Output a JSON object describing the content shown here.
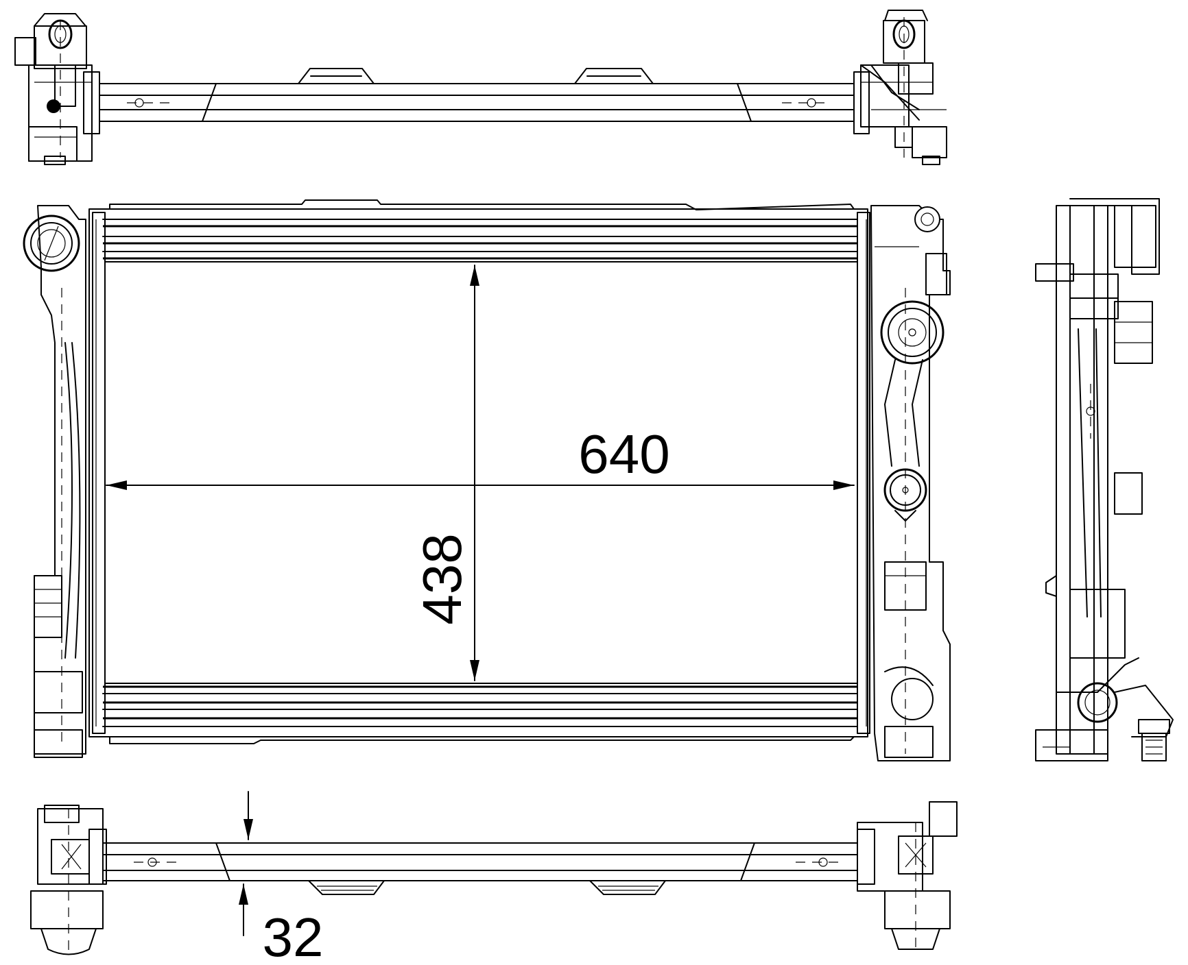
{
  "dimensions": {
    "width": "640",
    "height": "438",
    "depth": "32"
  },
  "colors": {
    "line": "#000000",
    "background": "#ffffff"
  }
}
